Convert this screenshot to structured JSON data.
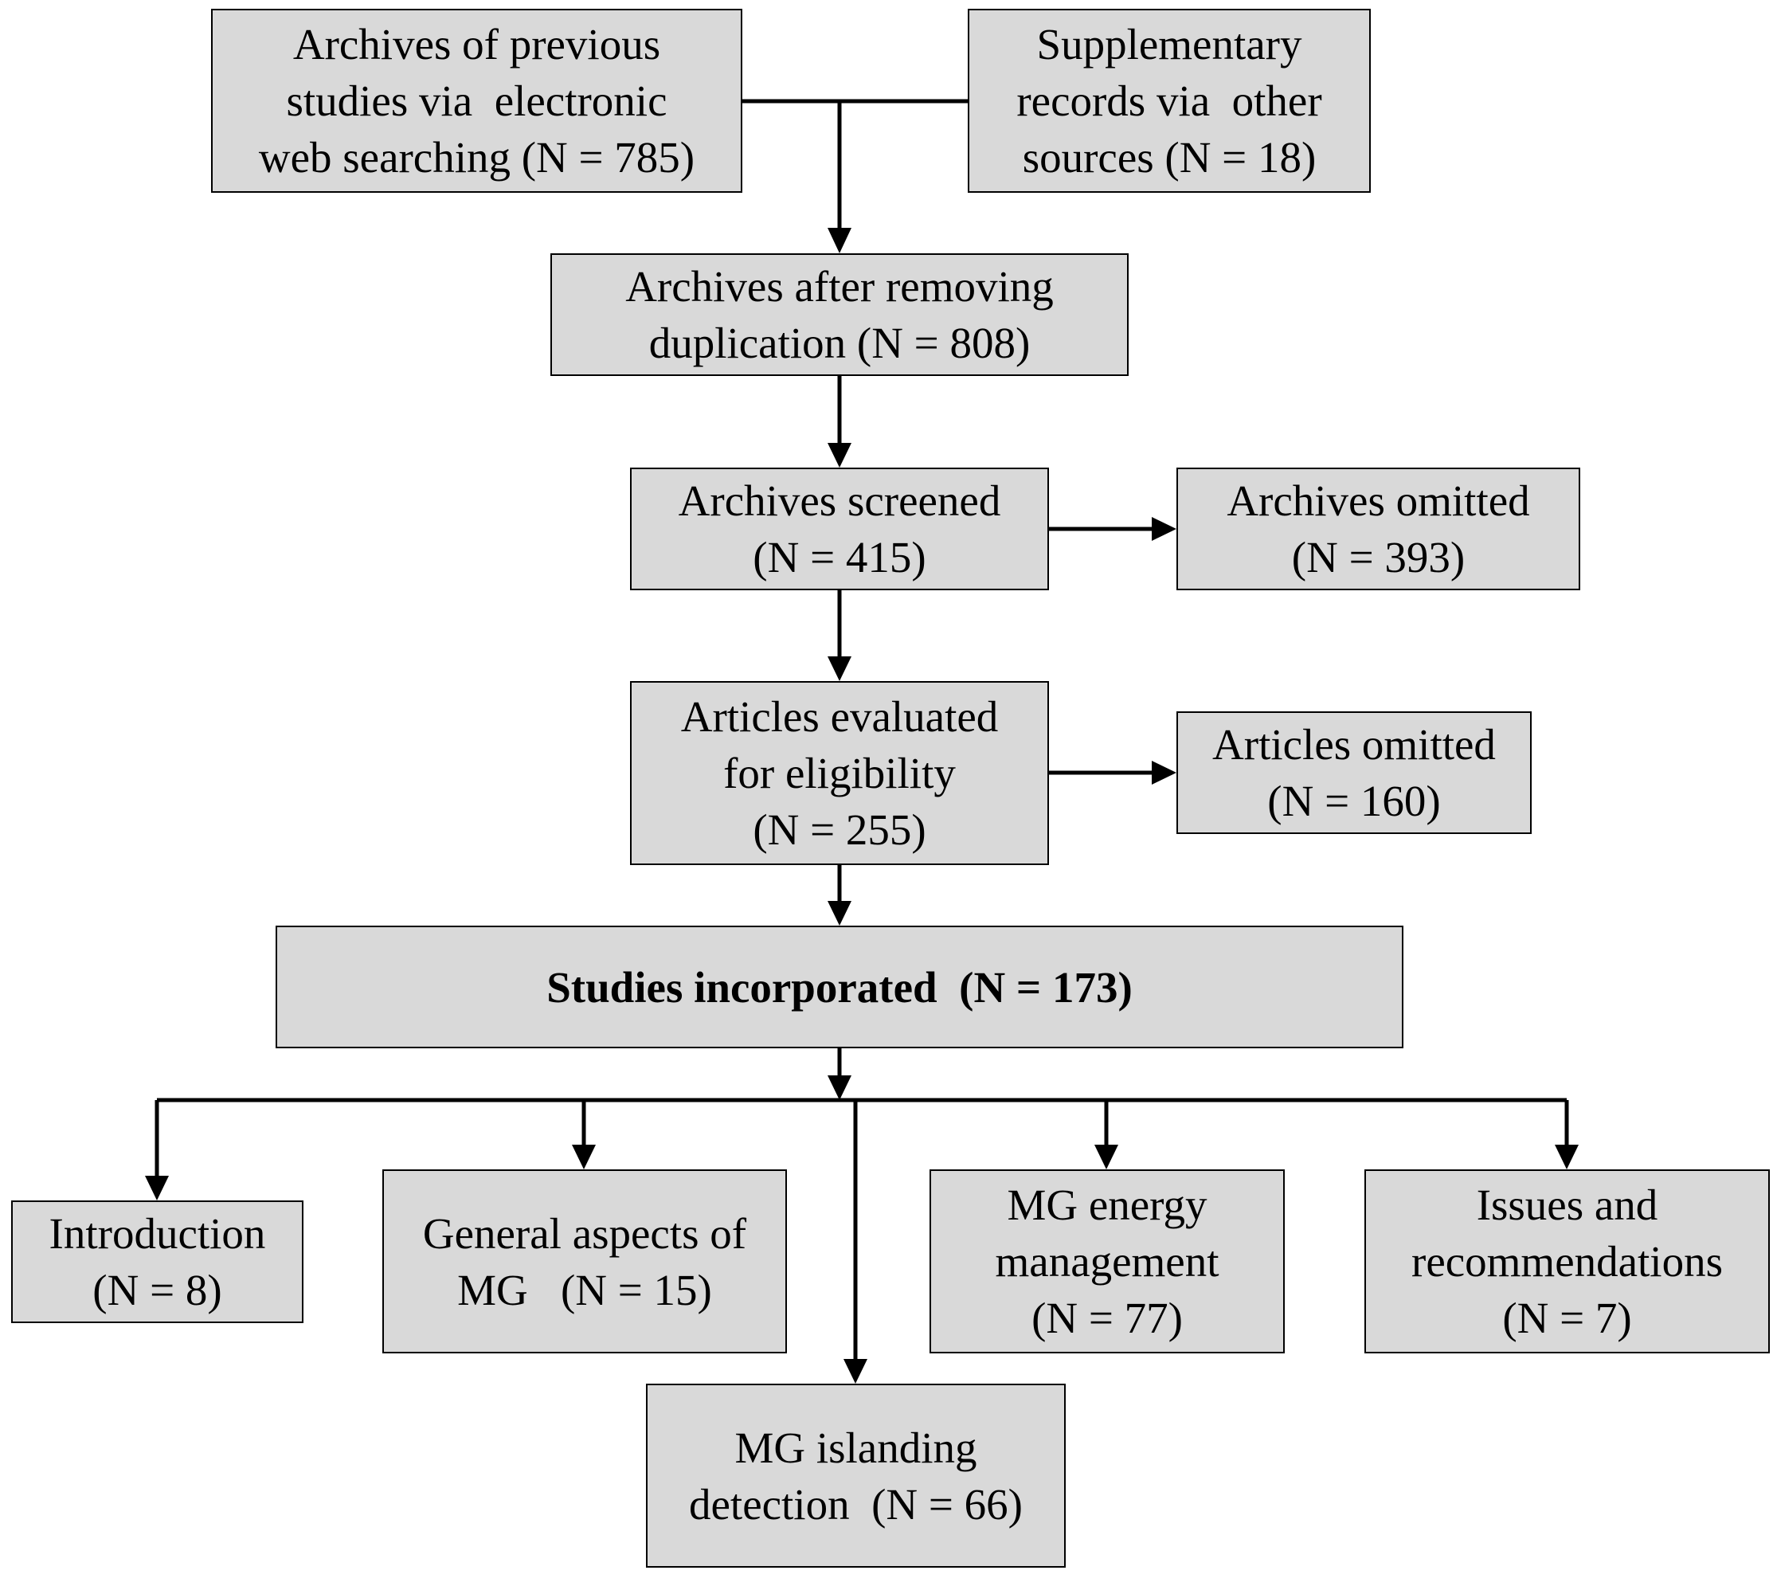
{
  "boxes": {
    "archives_previous": "Archives of previous\nstudies via  electronic\nweb searching (N = 785)",
    "supplementary": "Supplementary\nrecords via  other\nsources (N = 18)",
    "after_dedup": "Archives after removing\nduplication (N = 808)",
    "screened": "Archives screened\n(N = 415)",
    "archives_omitted": "Archives omitted\n(N = 393)",
    "evaluated": "Articles evaluated\nfor eligibility\n(N = 255)",
    "articles_omitted": "Articles omitted\n(N = 160)",
    "incorporated": "Studies incorporated  (N = 173)",
    "introduction": "Introduction\n(N = 8)",
    "general": "General aspects of\nMG   (N = 15)",
    "energy": "MG energy\nmanagement\n(N = 77)",
    "issues": "Issues and\nrecommendations\n(N = 7)",
    "islanding": "MG islanding\ndetection  (N = 66)"
  },
  "colors": {
    "box_fill": "#d9d9d9",
    "line": "#000000"
  }
}
